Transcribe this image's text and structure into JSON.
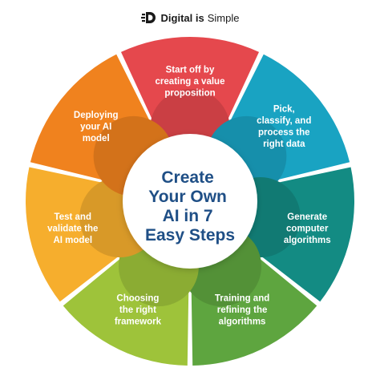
{
  "brand": {
    "name_bold": "Digital is",
    "name_regular": "Simple",
    "icon": "digital-is-simple-logo-icon"
  },
  "center": {
    "lines": [
      "Create",
      "Your Own",
      "AI in 7",
      "Easy Steps"
    ],
    "color": "#1f4f86"
  },
  "steps": [
    {
      "id": "value-proposition",
      "lines": [
        "Start off by",
        "creating a value",
        "proposition"
      ],
      "color": "#e5484d"
    },
    {
      "id": "process-data",
      "lines": [
        "Pick,",
        "classify, and",
        "process the",
        "right data"
      ],
      "color": "#19a3c2"
    },
    {
      "id": "generate-algorithms",
      "lines": [
        "Generate",
        "computer",
        "algorithms"
      ],
      "color": "#138b83"
    },
    {
      "id": "training",
      "lines": [
        "Training and",
        "refining the",
        "algorithms"
      ],
      "color": "#5ea53f"
    },
    {
      "id": "framework",
      "lines": [
        "Choosing",
        "the right",
        "framework"
      ],
      "color": "#9ec33a"
    },
    {
      "id": "test-validate",
      "lines": [
        "Test and",
        "validate the",
        "AI model"
      ],
      "color": "#f6ae2d"
    },
    {
      "id": "deploying",
      "lines": [
        "Deploying",
        "your AI",
        "model"
      ],
      "color": "#f0821e"
    }
  ]
}
